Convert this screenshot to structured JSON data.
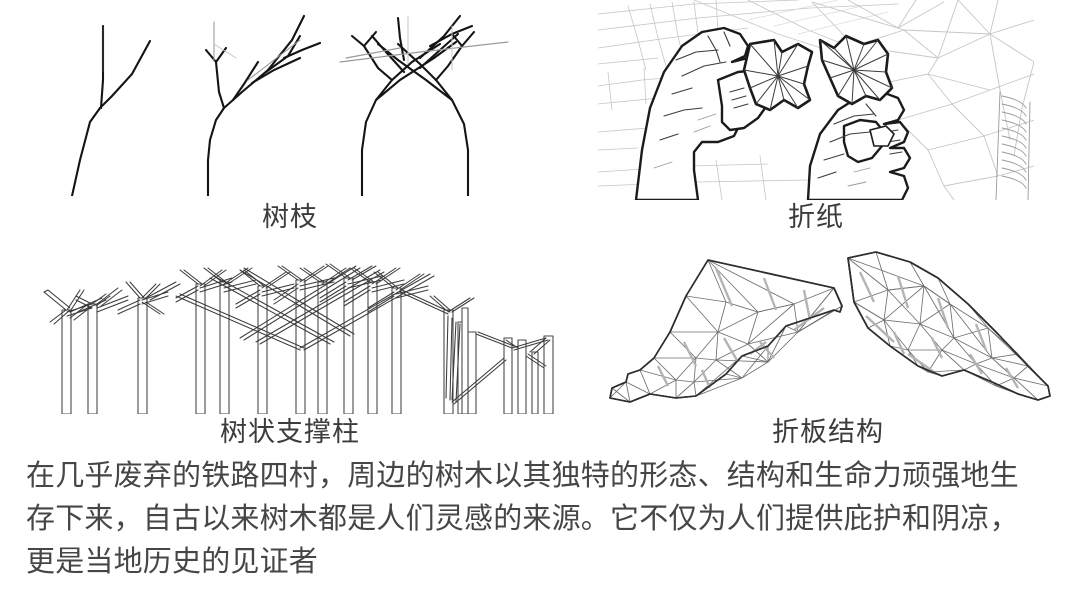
{
  "document": {
    "background_color": "#ffffff",
    "text_color": "#464646",
    "kind": "architecture-concept-board"
  },
  "panels": [
    {
      "id": "branch",
      "caption": "树枝",
      "artwork": "line-sketch-of-three-bare-tree-branches",
      "style": "hand-drawn black ink line sketch"
    },
    {
      "id": "origami",
      "caption": "折纸",
      "artwork": "line-drawing-of-two-hands-folding-a-paper-model",
      "style": "contour line-art traced photograph"
    },
    {
      "id": "columns",
      "caption": "树状支撑柱",
      "artwork": "elevation-drawing-of-branching-tree-like-support-columns",
      "style": "technical CAD elevation outline"
    },
    {
      "id": "folded",
      "caption": "折板结构",
      "artwork": "axonometric-drawing-of-folded-plate-roof-structure",
      "style": "triangulated folded-plate axonometric"
    }
  ],
  "captions": {
    "branch": "树枝",
    "origami": "折纸",
    "columns": "树状支撑柱",
    "folded": "折板结构"
  },
  "body": {
    "line1": "在几乎废弃的铁路四村，周边的树木以其独特的形态、结构和生命力顽强地生",
    "line2": "存下来，自古以来树木都是人们灵感的来源。它不仅为人们提供庇护和阴凉，",
    "line3": "更是当地历史的见证者",
    "full": "在几乎废弃的铁路四村，周边的树木以其独特的形态、结构和生命力顽强地生存下来，自古以来树木都是人们灵感的来源。它不仅为人们提供庇护和阴凉，更是当地历史的见证者"
  }
}
